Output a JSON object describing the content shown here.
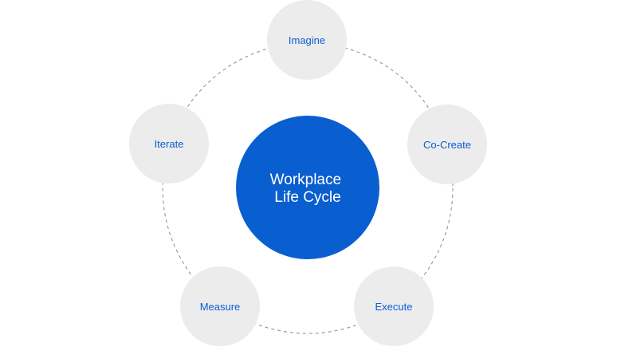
{
  "center": {
    "line1": "Workplace",
    "line2": "Life Cycle"
  },
  "stages": [
    {
      "label": "Imagine"
    },
    {
      "label": "Co-Create"
    },
    {
      "label": "Execute"
    },
    {
      "label": "Measure"
    },
    {
      "label": "Iterate"
    }
  ],
  "colors": {
    "accent": "#0a5fd0",
    "node_fill": "#ececec",
    "ring_stroke": "#8a8a8a",
    "background": "#ffffff"
  }
}
